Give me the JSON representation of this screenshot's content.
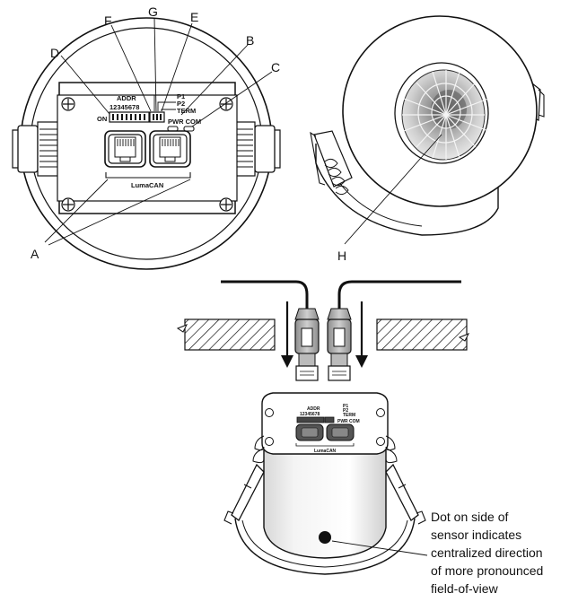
{
  "callouts": {
    "a": "A",
    "b": "B",
    "c": "C",
    "d": "D",
    "e": "E",
    "f": "F",
    "g": "G",
    "h": "H"
  },
  "sensor_labels": {
    "addr": "ADDR",
    "addr_digits": "12345678",
    "on": "ON",
    "p1": "P1",
    "p2": "P2",
    "term": "TERM",
    "pwr_com": "PWR COM",
    "lumacan": "LumaCAN"
  },
  "note_lines": [
    "Dot on side of",
    "sensor indicates",
    "centralized direction",
    "of more pronounced",
    "field-of-view"
  ]
}
